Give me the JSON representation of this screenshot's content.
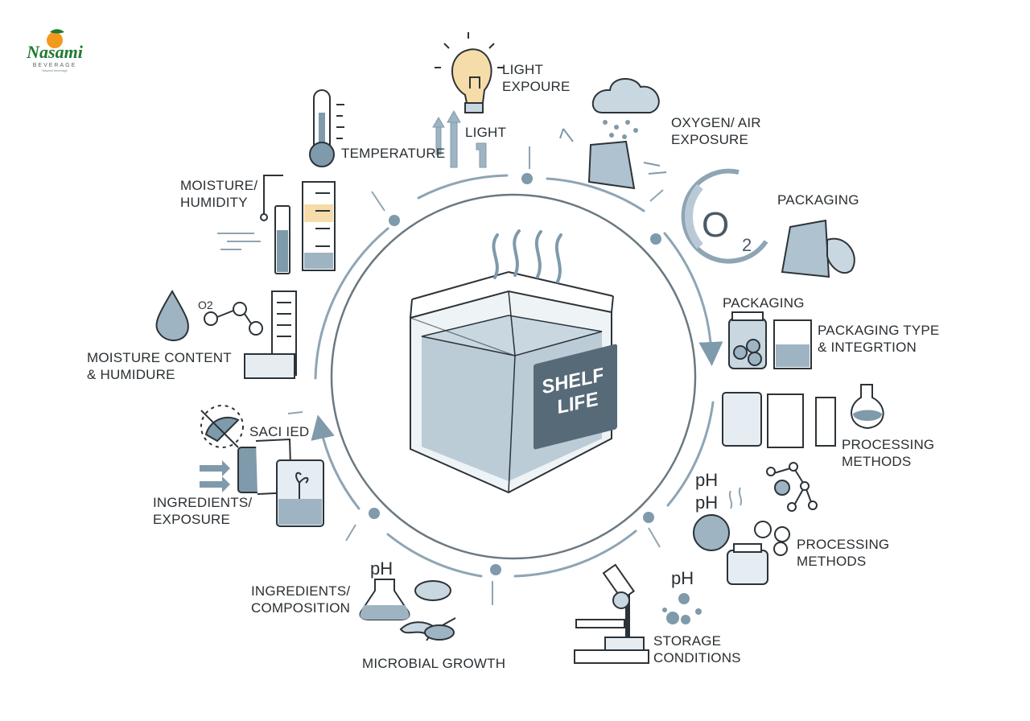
{
  "logo": {
    "brand": "Nasami",
    "sub": "BEVERAGE",
    "tiny": "Nasami beverage"
  },
  "center": {
    "badge_line1": "SHELF",
    "badge_line2": "LIFE"
  },
  "labels": {
    "light_exposure": [
      "LIGHT",
      "EXPOURE"
    ],
    "light": "LIGHT",
    "temperature": "TEMPERATURE",
    "oxygen_air": [
      "OXYGEN/ AIR",
      "EXPOSURE"
    ],
    "packaging_top": "PACKAGING",
    "moisture_humidity": [
      "MOISTURE/",
      "HUMIDITY"
    ],
    "o2_symbol": "O",
    "o2_sub": "2",
    "o2_small": "O2",
    "packaging_mid": "PACKAGING",
    "packaging_type": [
      "PACKAGING TYPE",
      "& INTEGRTION"
    ],
    "moisture_content": [
      "MOISTURE CONTENT",
      "& HUMIDURE"
    ],
    "processing_methods_1": [
      "PROCESSING",
      "METHODS"
    ],
    "sacited": "SACI IED",
    "ingredients_exposure": [
      "INGREDIENTS/",
      "EXPOSURE"
    ],
    "ph_1": "pH",
    "ph_2": "pH",
    "processing_methods_2": [
      "PROCESSING",
      "METHODS"
    ],
    "ph_3": "pH",
    "ingredients_composition": [
      "INGREDIENTS/",
      "COMPOSITION"
    ],
    "ph_4": "pH",
    "storage_conditions": [
      "STORAGE",
      "CONDITIONS"
    ],
    "microbial_growth": "MICROBIAL GROWTH"
  },
  "colors": {
    "ink": "#2c3338",
    "accent": "#7f9aab",
    "fill_light": "#c9d7e0",
    "fill_mid": "#9fb4c3",
    "badge": "#566a78",
    "highlight": "#f6dca8",
    "logo_green": "#1f7a2f",
    "logo_orange": "#f29a1e"
  }
}
